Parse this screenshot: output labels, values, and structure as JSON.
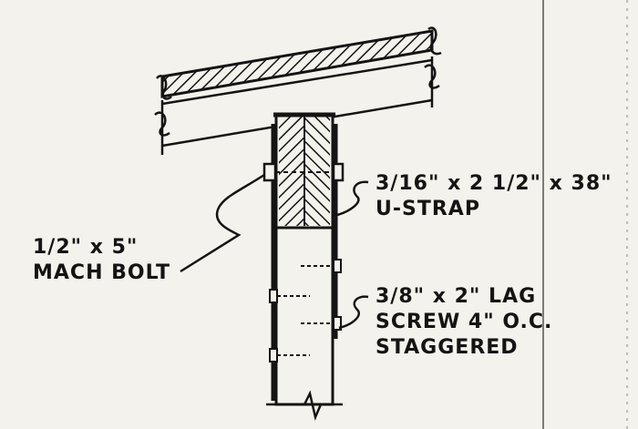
{
  "callouts": {
    "u_strap": {
      "line1": "3/16\" x 2 1/2\" x 38\"",
      "line2": "U-STRAP"
    },
    "mach_bolt": {
      "line1": "1/2\" x 5\"",
      "line2": "MACH BOLT"
    },
    "lag_screw": {
      "line1": "3/8\" x 2\" LAG",
      "line2": "SCREW 4\" O.C.",
      "line3": "STAGGERED"
    }
  },
  "colors": {
    "ink": "#141414",
    "paper": "#f4f2ec",
    "guide": "#555555"
  }
}
